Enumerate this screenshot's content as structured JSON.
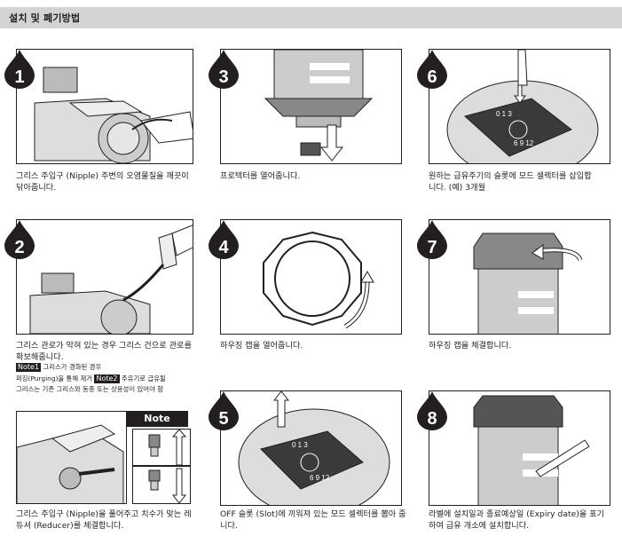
{
  "header": {
    "title": "설치 및 폐기방법"
  },
  "steps": [
    {
      "num": "1",
      "caption": "그리스 주입구 (Nipple) 주변의 오염물질을 깨끗이 닦아줍니다."
    },
    {
      "num": "2",
      "caption": "그리스 관로가 막혀 있는 경우 그리스 건으로 관로를 확보해줍니다."
    },
    {
      "num": "3",
      "caption": "프로텍터를 열어줍니다."
    },
    {
      "num": "4",
      "caption": "하우징 캡을 열어줍니다."
    },
    {
      "num": "5",
      "caption": "OFF 슬롯 (Slot)에 끼워져 있는 모드 셀렉터를 뽑아 줍니다."
    },
    {
      "num": "6",
      "caption": "원하는 급유주기의 슬롯에 모드 셀렉터를 삽입합니다. (예) 3개월"
    },
    {
      "num": "7",
      "caption": "하우징 캡을 체결합니다."
    },
    {
      "num": "8",
      "caption": "라벨에 설치일과 종료예상일 (Expiry date)을 표기하여 급유 개소에 설치합니다."
    }
  ],
  "step2_notes": {
    "tag1": "Note1",
    "text1": "그리스가 경화된 경우",
    "line2a": "퍼징(Purging)을 통해 제거",
    "tag2": "Note2",
    "text2": "주유기로 급유될",
    "line3": "그리스는 기존 그리스와 동종 또는 상용성이 있어야 함"
  },
  "note_panel": {
    "label": "Note",
    "caption": "그리스 주입구 (Nipple)을 풀어주고 치수가 맞는 레듀셔 (Reducer)를 체결합니다."
  },
  "dial": {
    "top_digits": "0 1 3",
    "bottom_digits": "6 9 12"
  }
}
